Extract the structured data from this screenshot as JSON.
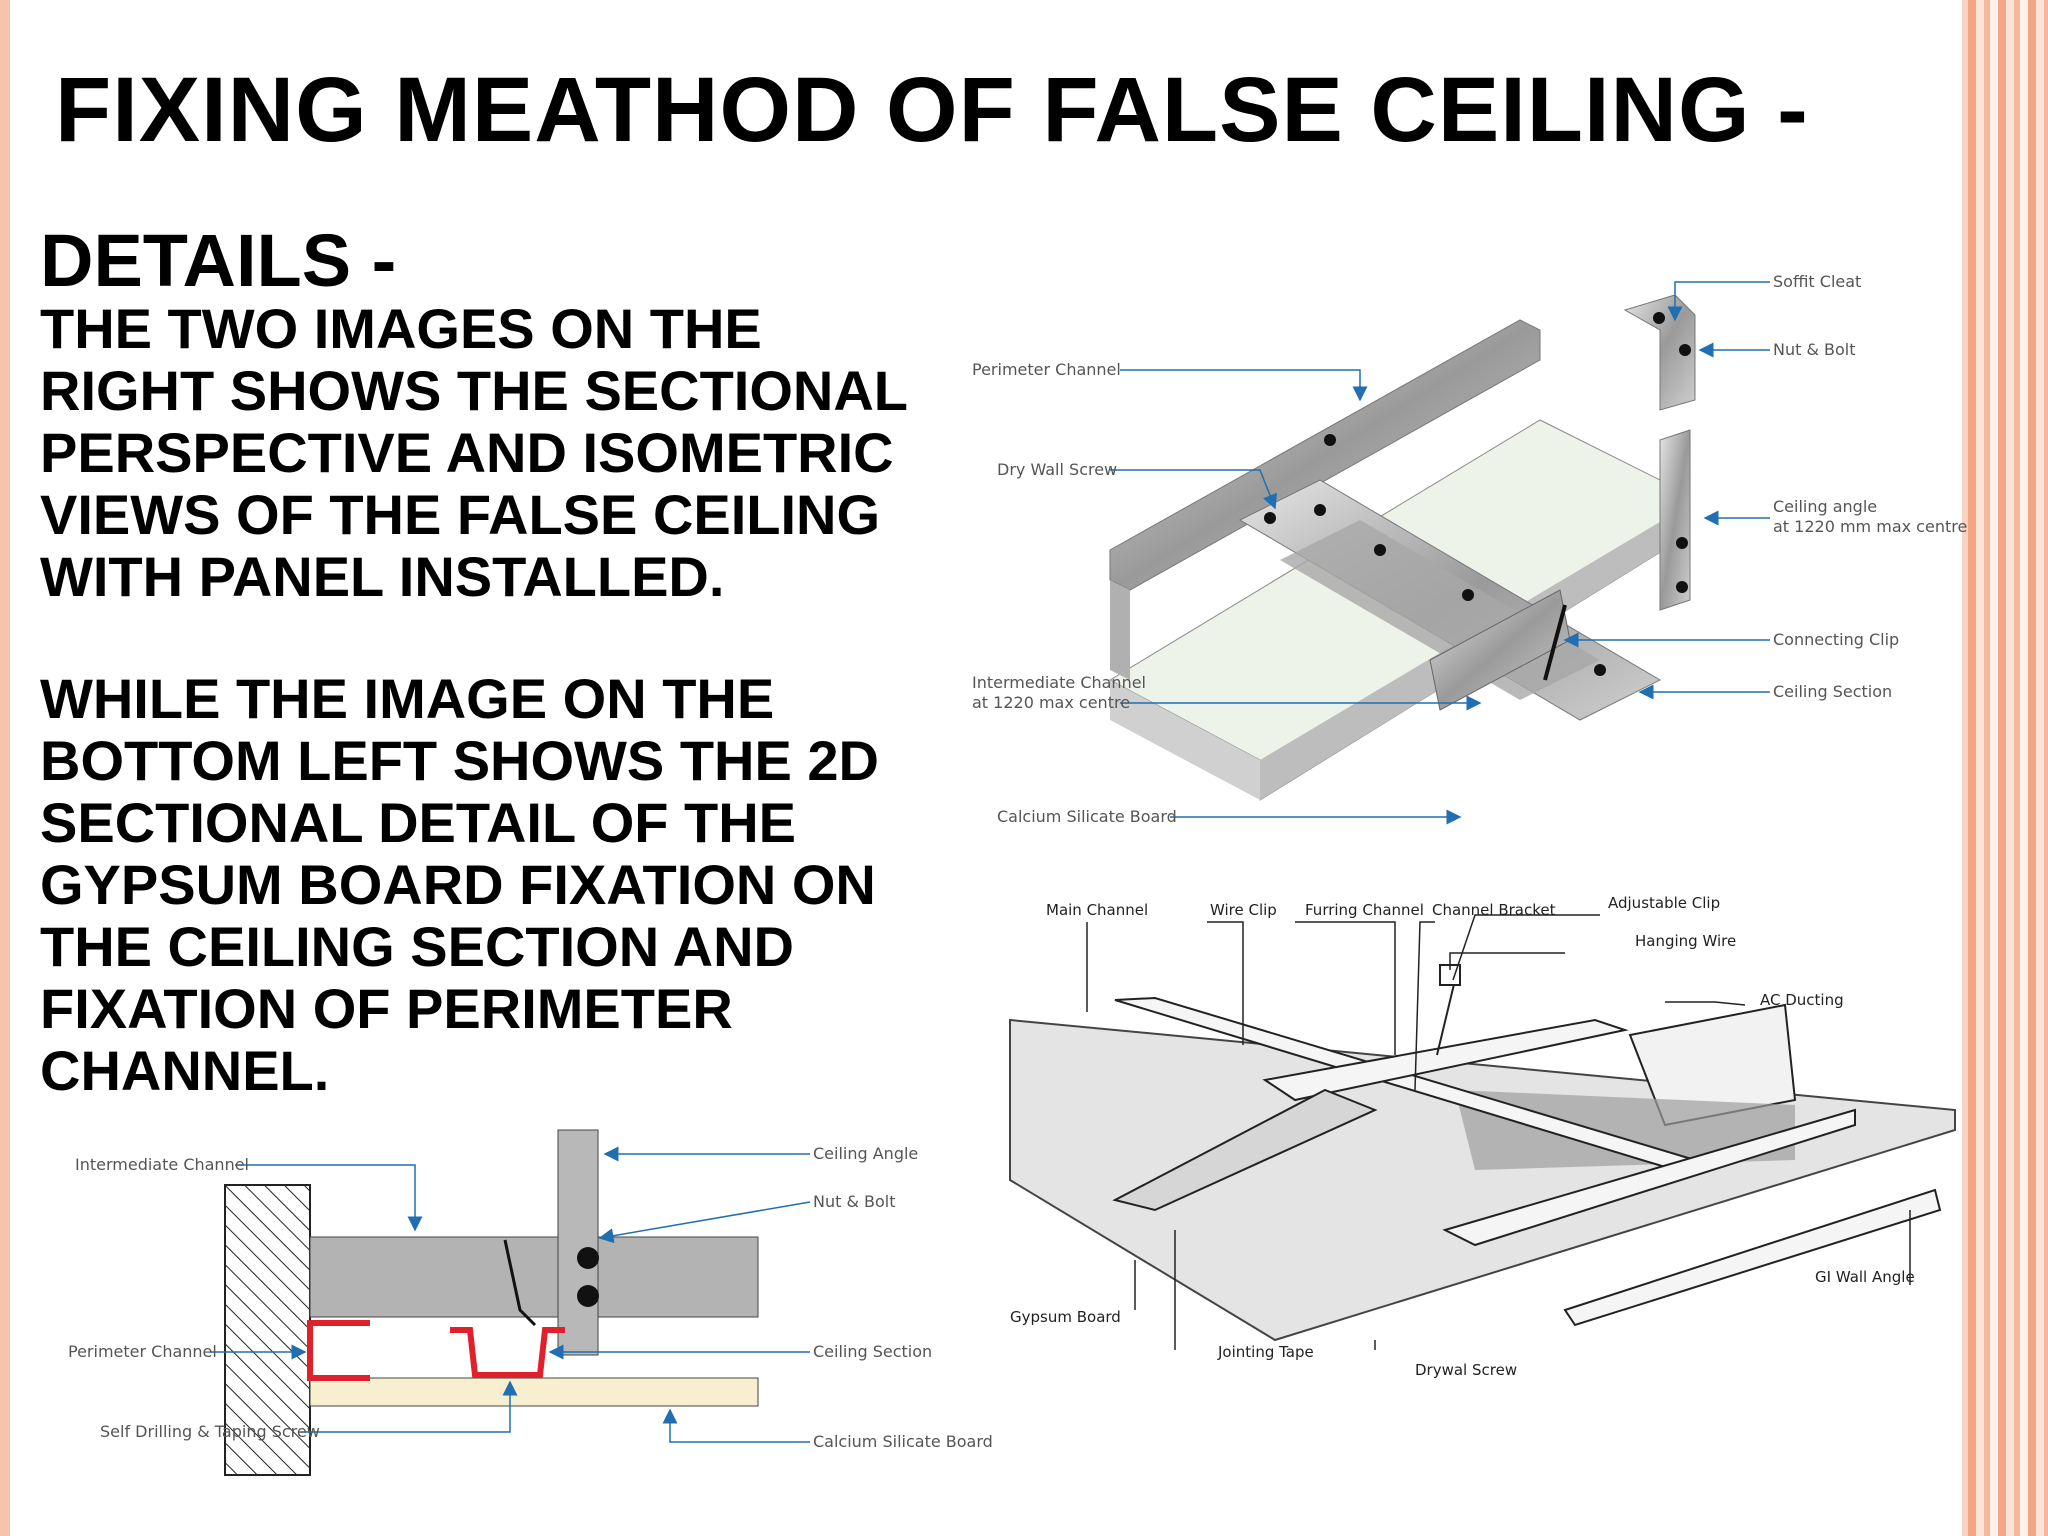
{
  "title": "FIXING MEATHOD OF FALSE CEILING -",
  "details_heading": "DETAILS  -",
  "paragraph1": "THE TWO IMAGES ON THE RIGHT SHOWS THE SECTIONAL PERSPECTIVE AND ISOMETRIC VIEWS OF THE FALSE CEILING WITH PANEL INSTALLED.",
  "paragraph2": "WHILE THE IMAGE ON THE BOTTOM LEFT SHOWS THE 2D SECTIONAL DETAIL OF THE GYPSUM BOARD FIXATION ON THE  CEILING SECTION AND FIXATION OF PERIMETER CHANNEL.",
  "diagram_iso": {
    "labels": {
      "soffit_cleat": "Soffit Cleat",
      "nut_bolt": "Nut & Bolt",
      "perimeter_channel": "Perimeter Channel",
      "dry_wall_screw": "Dry Wall Screw",
      "ceiling_angle_1": "Ceiling angle",
      "ceiling_angle_2": "at 1220 mm max centre",
      "connecting_clip": "Connecting Clip",
      "intermediate_channel_1": "Intermediate Channel",
      "intermediate_channel_2": "at 1220 max centre",
      "ceiling_section": "Ceiling Section",
      "calcium_silicate_board": "Calcium Silicate Board"
    }
  },
  "diagram_perspective": {
    "labels": {
      "main_channel": "Main Channel",
      "wire_clip": "Wire Clip",
      "furring_channel": "Furring Channel",
      "channel_bracket": "Channel Bracket",
      "adjustable_clip": "Adjustable Clip",
      "hanging_wire": "Hanging Wire",
      "ac_ducting": "AC Ducting",
      "gi_wall_angle": "GI Wall Angle",
      "gypsum_board": "Gypsum Board",
      "jointing_tape": "Jointing Tape",
      "drywal_screw": "Drywal Screw"
    }
  },
  "diagram_section": {
    "labels": {
      "intermediate_channel": "Intermediate Channel",
      "ceiling_angle": "Ceiling Angle",
      "nut_bolt": "Nut & Bolt",
      "perimeter_channel": "Perimeter Channel",
      "ceiling_section": "Ceiling Section",
      "self_drilling": "Self Drilling & Taping Screw",
      "calcium_silicate_board": "Calcium Silicate Board"
    }
  },
  "colors": {
    "leader": "#1f6fb2",
    "accent_red": "#e0202a",
    "board": "#f7efcf"
  }
}
